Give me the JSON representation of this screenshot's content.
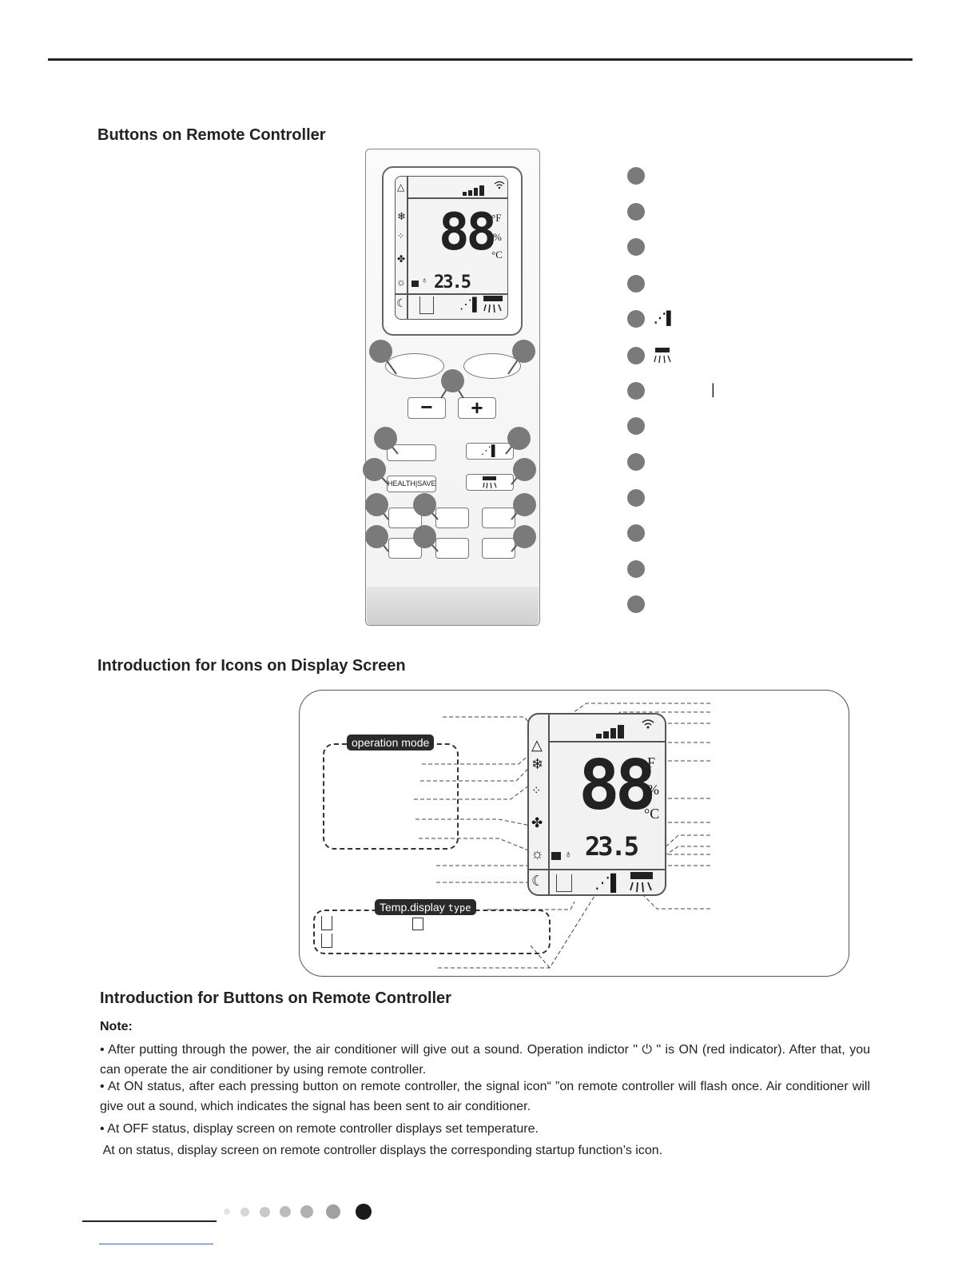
{
  "sections": {
    "buttons_title": "Buttons on Remote Controller",
    "icons_title": "Introduction  for Icons on Display Screen",
    "intro_title": "Introduction for Buttons on Remote Controller"
  },
  "remote": {
    "display_digits": "88",
    "display_small": "23.5",
    "unit_f": "°F",
    "unit_pct": "%",
    "unit_c": "°C",
    "minus_label": "−",
    "plus_label": "+",
    "health_save_label": "HEALTH|SAVE"
  },
  "legend": {
    "item7_bar": "|"
  },
  "display_panel": {
    "operation_mode_label": "operation mode",
    "temp_display_label": "Temp.display",
    "temp_display_type": "type",
    "digits": "88",
    "small_digits": "23.5",
    "unit_f": "F",
    "unit_pct": "%",
    "unit_c": "°C"
  },
  "note": {
    "title": "Note:",
    "p1": "• After putting through the power, the air conditioner will give out a sound. Operation indictor \" ⏻ \" is ON (red indicator). After that, you can operate the air conditioner by using remote controller.",
    "p2": "• At ON status, after each pressing button on remote controller, the signal icon“ ”on remote controller will flash once. Air conditioner will give out a sound, which indicates the signal has been sent to air conditioner.",
    "p3": "• At OFF status, display screen on remote controller displays set temperature.",
    "p4": " At on status, display screen on remote controller displays the corresponding startup function’s icon."
  },
  "colors": {
    "callout": "#7a7a7a",
    "lcd_segment": "#222222",
    "pill_bg": "#2a2a2a",
    "link": "#3a5fcc"
  }
}
